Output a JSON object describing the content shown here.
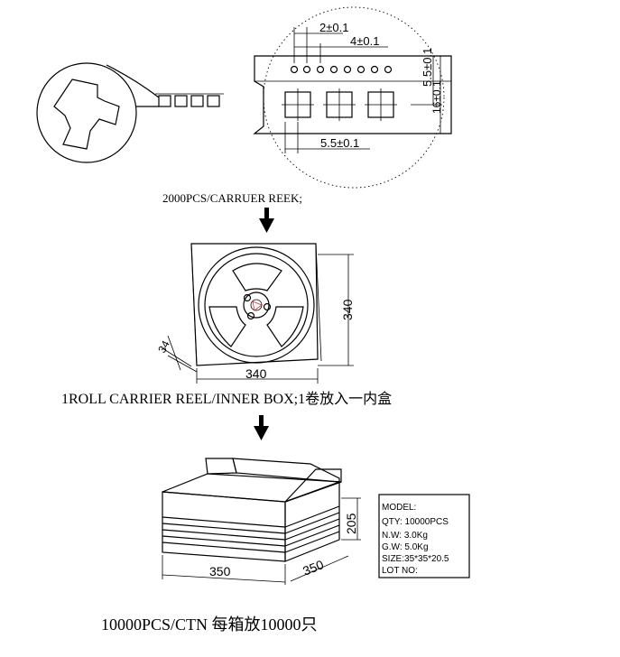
{
  "tape_detail": {
    "pitch_2": "2±0.1",
    "pitch_4": "4±0.1",
    "width_55": "5.5±0.1",
    "height_55": "5.5±0.1",
    "height_16": "16±0.1"
  },
  "step1_label": "2000PCS/CARRUER REEK;",
  "inner_box": {
    "side": "340",
    "width": "340",
    "depth": "34"
  },
  "step2_label": "1ROLL CARRIER REEL/INNER BOX;1卷放入一内盒",
  "carton": {
    "height": "205",
    "width": "350",
    "depth": "350"
  },
  "carton_label": {
    "model": "MODEL:",
    "qty": "QTY: 10000PCS",
    "nw": "N.W:  3.0Kg",
    "gw": "G.W:  5.0Kg",
    "size": "SIZE:35*35*20.5",
    "lot": "LOT NO:"
  },
  "step3_label": "10000PCS/CTN 每箱放10000只"
}
